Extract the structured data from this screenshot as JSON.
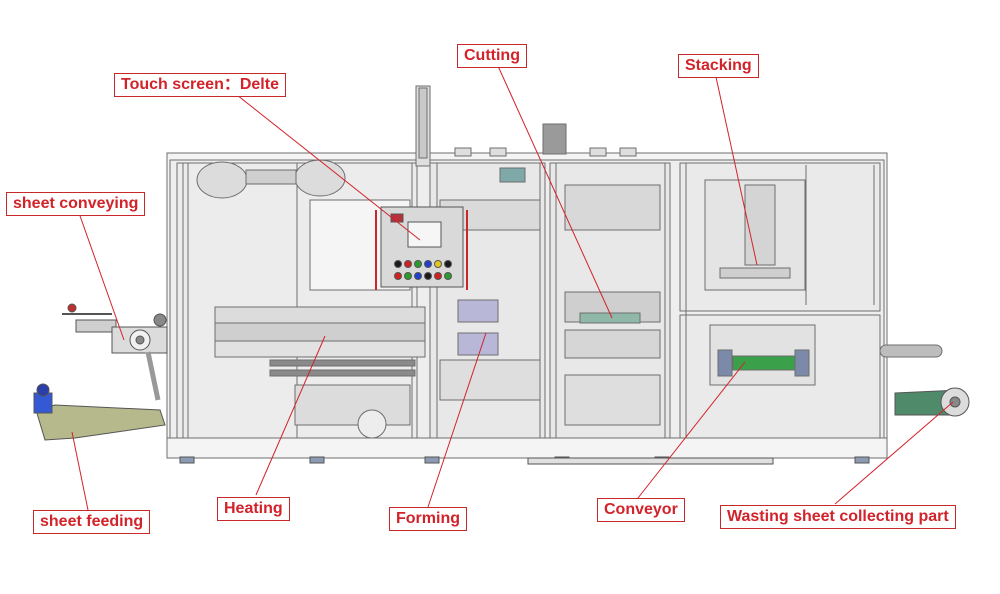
{
  "diagram": {
    "labels": {
      "touch_screen": "Touch screen：Delte",
      "cutting": "Cutting",
      "stacking": "Stacking",
      "sheet_conveying": "sheet conveying",
      "sheet_feeding": "sheet feeding",
      "heating": "Heating",
      "forming": "Forming",
      "conveyor": "Conveyor",
      "wasting": "Wasting sheet collecting part"
    },
    "colors": {
      "callout_text": "#d2232a",
      "callout_border": "#c8282a",
      "leader_line": "#d2232a",
      "machine_line": "#6e6e6e",
      "machine_fill": "#e6e6e6",
      "panel_buttons": [
        "#1a1a1a",
        "#d21f1f",
        "#2b9b2b",
        "#1f3fcf",
        "#e0c81e",
        "#1a1a1a",
        "#d21f1f",
        "#2b9b2b"
      ]
    },
    "icons": {
      "touch_panel": "hmi-panel-icon",
      "feeder_motor": "motor-icon",
      "waste_roll": "roller-icon"
    }
  }
}
